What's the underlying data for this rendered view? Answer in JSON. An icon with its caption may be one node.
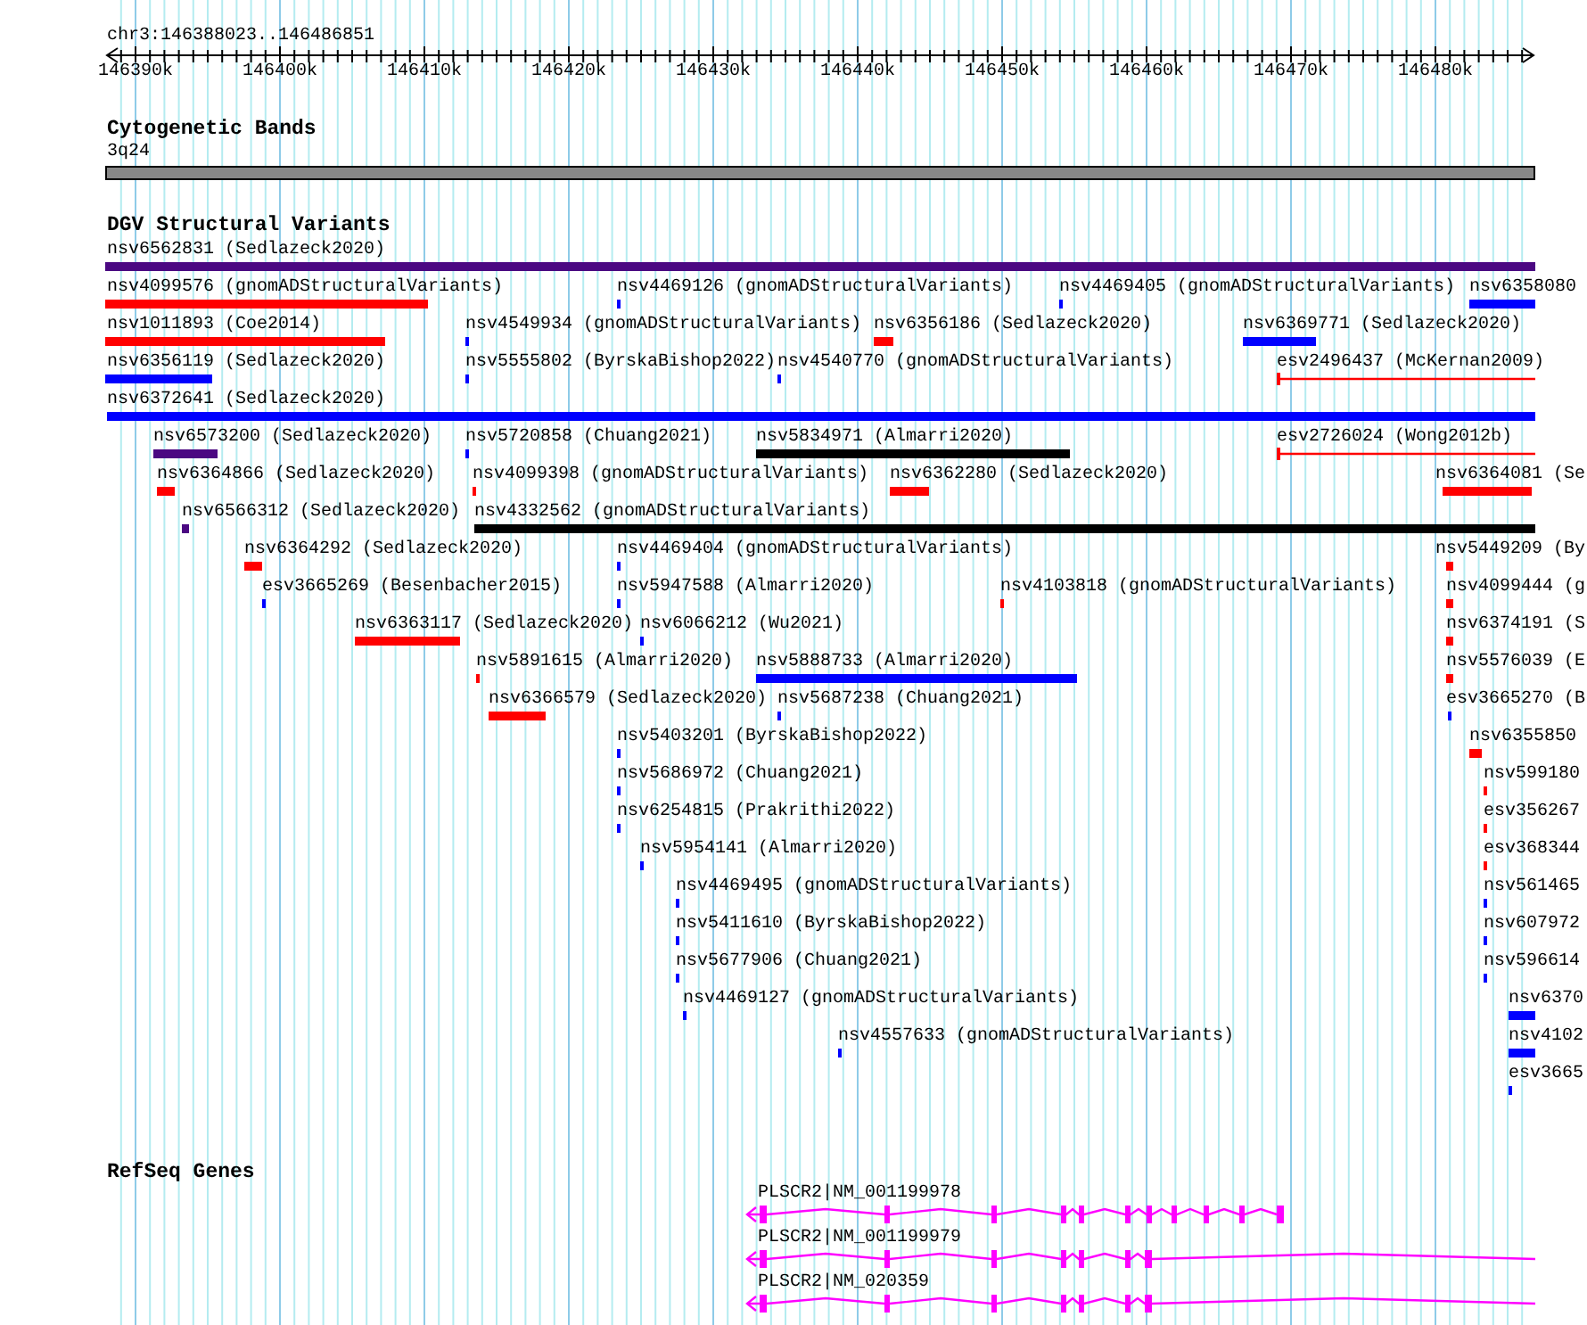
{
  "diagram": {
    "labels": [
      "chr3:146388023..146486851",
      "146390k",
      "146400k",
      "146410k",
      "146420k",
      "146430k",
      "146440k",
      "146450k",
      "146460k",
      "146470k",
      "146480k",
      "Cytogenetic Bands",
      "3q24",
      "DGV Structural Variants",
      "nsv6562831 (Sedlazeck2020)",
      "nsv4099576 (gnomADStructuralVariants)",
      "nsv4469126 (gnomADStructuralVariants)",
      "nsv4469405 (gnomADStructuralVariants)",
      "nsv6358080",
      "nsv1011893 (Coe2014)",
      "nsv4549934 (gnomADStructuralVariants)",
      "nsv6356186 (Sedlazeck2020)",
      "nsv6369771 (Sedlazeck2020)",
      "nsv6356119 (Sedlazeck2020)",
      "nsv5555802 (ByrskaBishop2022)",
      "nsv4540770 (gnomADStructuralVariants)",
      "esv2496437 (McKernan2009)",
      "nsv6372641 (Sedlazeck2020)",
      "nsv6573200 (Sedlazeck2020)",
      "nsv5720858 (Chuang2021)",
      "nsv5834971 (Almarri2020)",
      "esv2726024 (Wong2012b)",
      "nsv6364866 (Sedlazeck2020)",
      "nsv4099398 (gnomADStructuralVariants)",
      "nsv6362280 (Sedlazeck2020)",
      "nsv6364081 (Se",
      "nsv6566312 (Sedlazeck2020)",
      "nsv4332562 (gnomADStructuralVariants)",
      "nsv6364292 (Sedlazeck2020)",
      "nsv4469404 (gnomADStructuralVariants)",
      "nsv5449209 (By",
      "esv3665269 (Besenbacher2015)",
      "nsv5947588 (Almarri2020)",
      "nsv4103818 (gnomADStructuralVariants)",
      "nsv4099444 (g",
      "nsv6363117 (Sedlazeck2020)",
      "nsv6066212 (Wu2021)",
      "nsv6374191 (S",
      "nsv5891615 (Almarri2020)",
      "nsv5888733 (Almarri2020)",
      "nsv5576039 (E",
      "nsv6366579 (Sedlazeck2020)",
      "nsv5687238 (Chuang2021)",
      "esv3665270 (B",
      "nsv5403201 (ByrskaBishop2022)",
      "nsv6355850",
      "nsv5686972 (Chuang2021)",
      "nsv599180",
      "nsv6254815 (Prakrithi2022)",
      "esv356267",
      "nsv5954141 (Almarri2020)",
      "esv368344",
      "nsv4469495 (gnomADStructuralVariants)",
      "nsv561465",
      "nsv5411610 (ByrskaBishop2022)",
      "nsv607972",
      "nsv5677906 (Chuang2021)",
      "nsv596614",
      "nsv4469127 (gnomADStructuralVariants)",
      "nsv6370",
      "nsv4557633 (gnomADStructuralVariants)",
      "nsv4102",
      "esv3665",
      "RefSeq Genes",
      "PLSCR2|NM_001199978",
      "PLSCR2|NM_001199979",
      "PLSCR2|NM_020359"
    ]
  }
}
